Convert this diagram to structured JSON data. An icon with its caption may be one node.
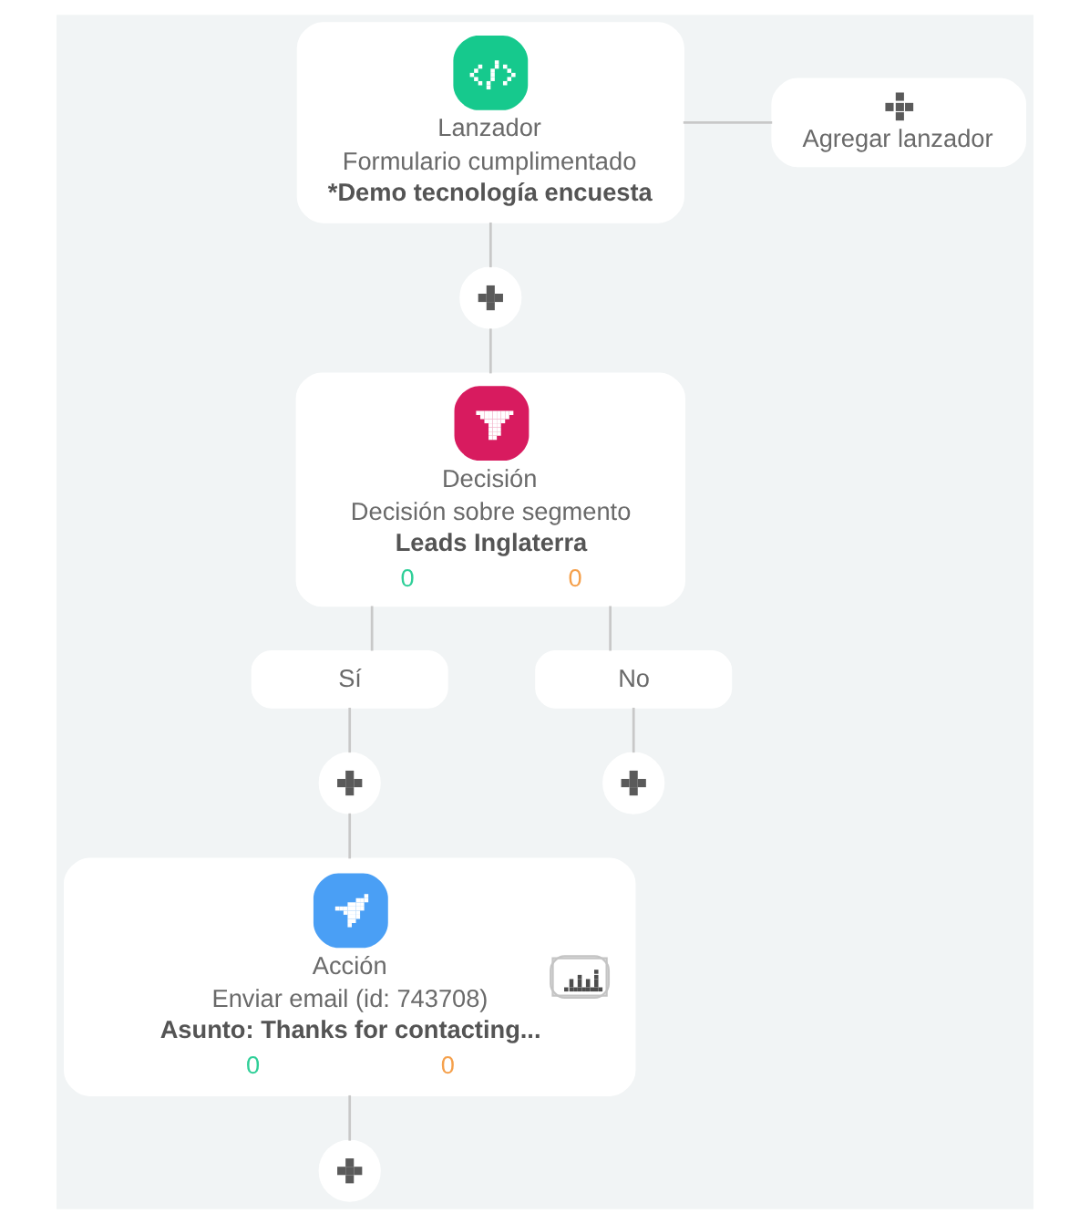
{
  "diagram": {
    "nodes": [
      {
        "text": [
          "Lanzador",
          "Formulario cumplimentado",
          "*Demo tecnología encuesta"
        ]
      },
      {
        "text": [
          "Agregar lanzador"
        ]
      },
      {
        "text": [],
        "shape": "circle"
      },
      {
        "text": [
          "Decisión",
          "Decisión sobre segmento",
          "Leads Inglaterra",
          "0",
          "0"
        ]
      },
      {
        "text": [
          "Sí"
        ]
      },
      {
        "text": [
          "No"
        ]
      },
      {
        "text": [],
        "shape": "circle"
      },
      {
        "text": [],
        "shape": "circle"
      },
      {
        "text": [
          "Acción",
          "Enviar email (id: 743708)",
          "Asunto: Thanks for contacting...",
          "0",
          "0"
        ]
      },
      {
        "text": [],
        "shape": "circle"
      }
    ],
    "edges": [
      {
        "from": 0,
        "to": 1,
        "arrow": "none"
      },
      {
        "from": 0,
        "to": 2,
        "arrow": "none"
      },
      {
        "from": 2,
        "to": 3,
        "arrow": "none"
      },
      {
        "from": 3,
        "to": 4,
        "arrow": "none"
      },
      {
        "from": 3,
        "to": 5,
        "arrow": "none"
      },
      {
        "from": 4,
        "to": 6,
        "arrow": "none"
      },
      {
        "from": 5,
        "to": 7,
        "arrow": "none"
      },
      {
        "from": 6,
        "to": 8,
        "arrow": "none"
      },
      {
        "from": 8,
        "to": 9,
        "arrow": "none"
      }
    ]
  }
}
